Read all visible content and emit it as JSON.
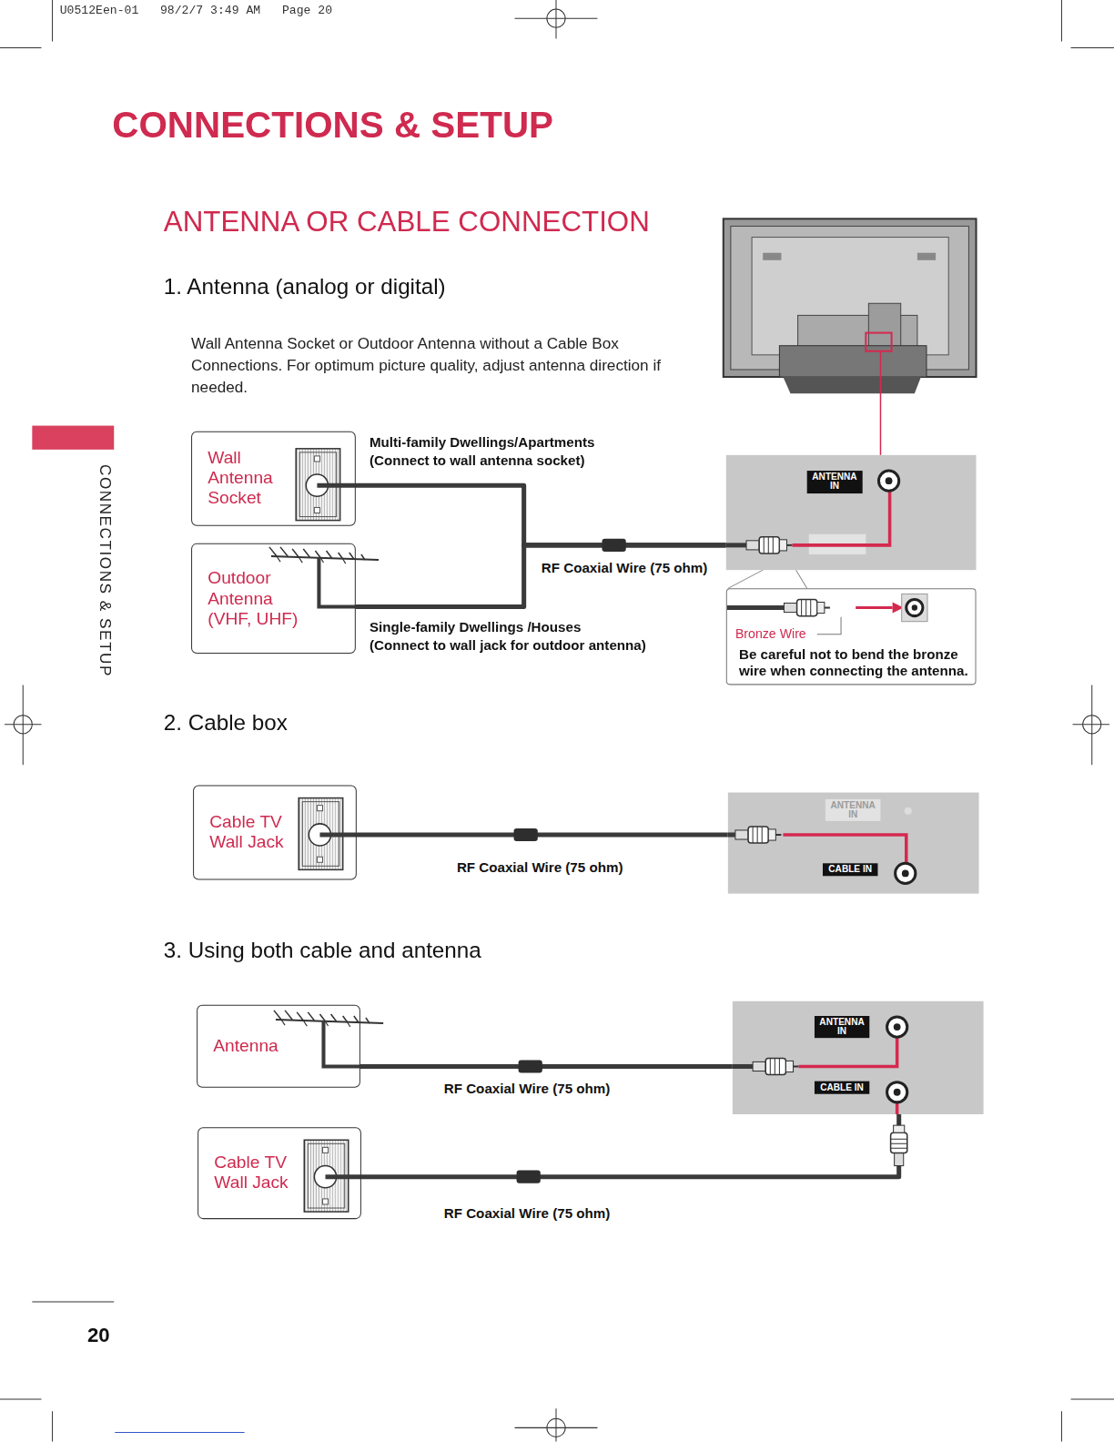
{
  "diagram": {
    "title": "CONNECTIONS & SETUP",
    "nodes": [
      {
        "text": [
          "Wall Antenna Socket"
        ]
      },
      {
        "text": [
          "Outdoor Antenna (VHF, UHF)"
        ]
      },
      {
        "text": [
          "ANTENNA IN"
        ]
      },
      {
        "text": [
          "Bronze Wire",
          "Be careful not to bend the bronze wire when connecting the antenna."
        ]
      },
      {
        "text": [
          "Cable TV Wall Jack"
        ]
      },
      {
        "text": [
          "ANTENNA IN",
          "CABLE IN"
        ]
      },
      {
        "text": [
          "Antenna"
        ]
      },
      {
        "text": [
          "ANTENNA IN",
          "CABLE IN"
        ]
      },
      {
        "text": [
          "Cable TV Wall Jack"
        ]
      }
    ],
    "edges": [
      {
        "from": 0,
        "to": 2,
        "arrow": "none",
        "label": "RF Coaxial Wire (75 ohm)"
      },
      {
        "from": 1,
        "to": 2,
        "arrow": "none"
      },
      {
        "from": 4,
        "to": 5,
        "arrow": "none",
        "label": "RF Coaxial Wire (75 ohm)"
      },
      {
        "from": 6,
        "to": 7,
        "arrow": "none",
        "label": "RF Coaxial Wire (75 ohm)"
      },
      {
        "from": 8,
        "to": 7,
        "arrow": "none",
        "label": "RF Coaxial Wire (75 ohm)"
      }
    ],
    "labels": [
      "U0512Een-01   98/2/7 3:49 AM   Page 20",
      "CONNECTIONS & SETUP",
      "ANTENNA OR CABLE CONNECTION",
      "1. Antenna (analog or digital)",
      "Wall Antenna Socket or Outdoor Antenna without a Cable Box Connections. For optimum picture quality, adjust antenna direction if needed.",
      "Multi-family Dwellings/Apartments",
      "(Connect to wall antenna socket)",
      "Single-family Dwellings /Houses",
      "(Connect to wall jack for outdoor antenna)",
      "2. Cable box",
      "3. Using both cable and antenna",
      "20"
    ]
  }
}
